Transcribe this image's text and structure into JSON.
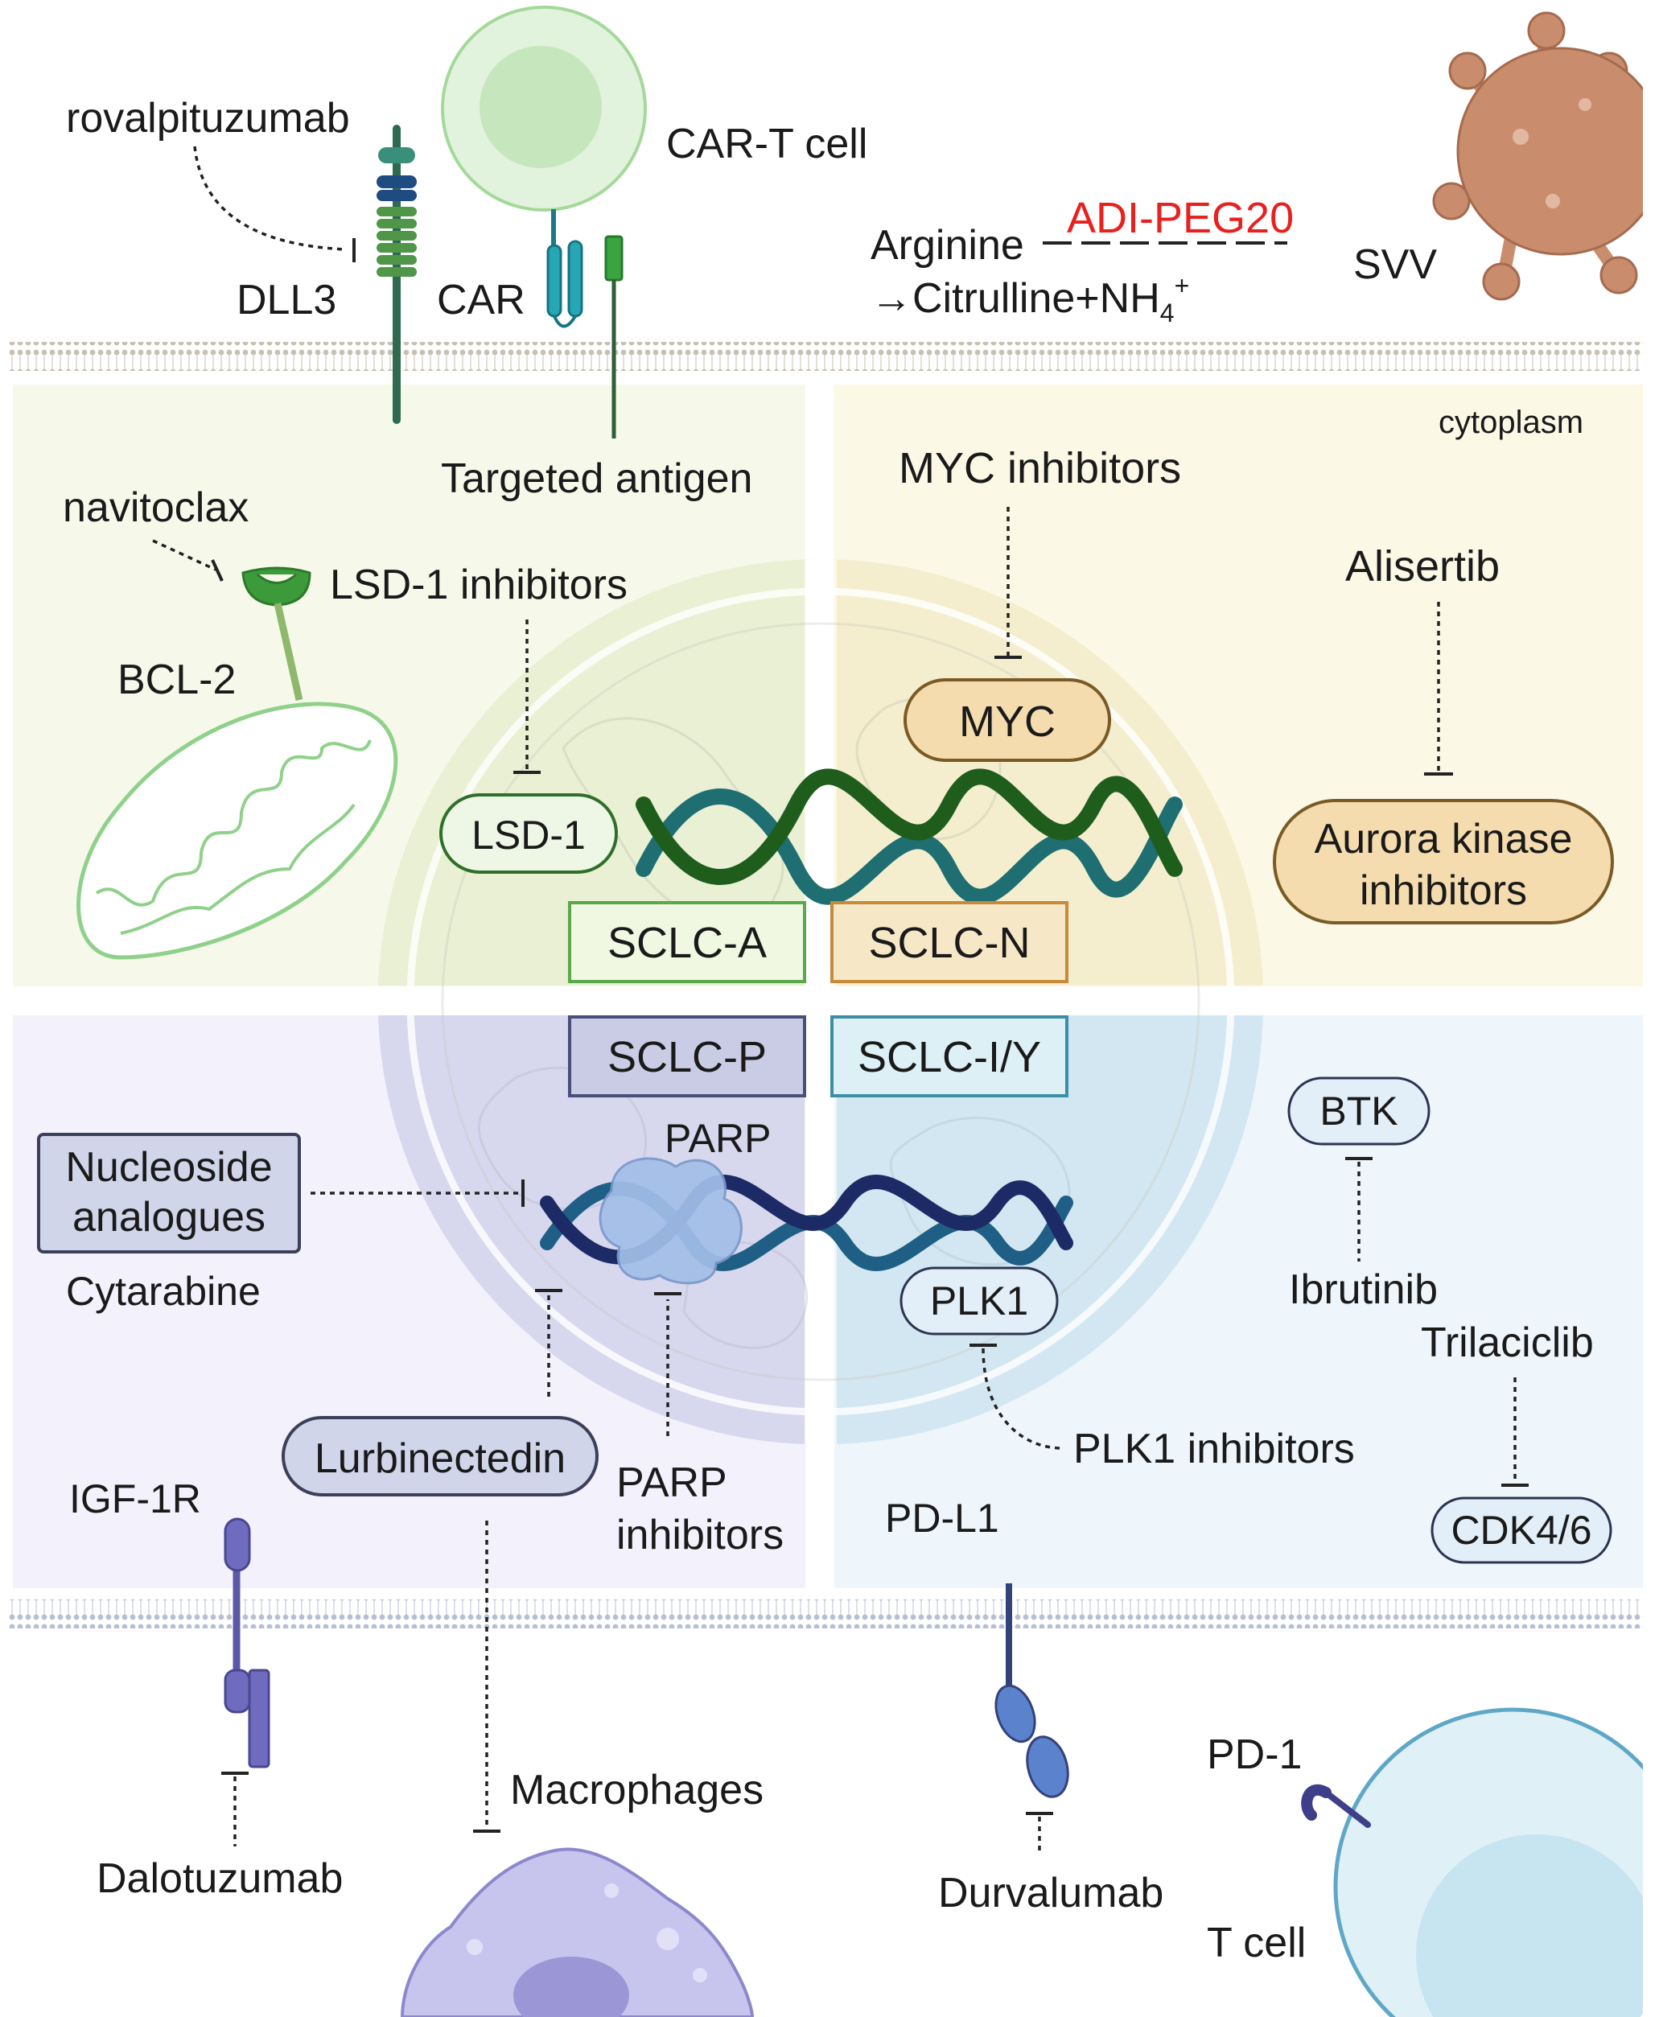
{
  "top": {
    "rovalpituzumab": "rovalpituzumab",
    "car_t_cell": "CAR-T cell",
    "dll3": "DLL3",
    "car": "CAR",
    "arginine": "Arginine",
    "adi_peg20": "ADI-PEG20",
    "citrulline": "→Citrulline+NH",
    "citrulline_sub": "4",
    "citrulline_sup": "+",
    "svv": "SVV",
    "targeted_antigen": "Targeted antigen"
  },
  "cytoplasm_label": "cytoplasm",
  "quad_a": {
    "navitoclax": "navitoclax",
    "lsd1_inhibitors": "LSD-1 inhibitors",
    "bcl2": "BCL-2",
    "lsd1": "LSD-1",
    "subtype": "SCLC-A"
  },
  "quad_n": {
    "myc_inhibitors": "MYC inhibitors",
    "alisertib": "Alisertib",
    "myc": "MYC",
    "aurora_line1": "Aurora kinase",
    "aurora_line2": "inhibitors",
    "subtype": "SCLC-N"
  },
  "quad_p": {
    "subtype": "SCLC-P",
    "parp": "PARP",
    "nucleoside_line1": "Nucleoside",
    "nucleoside_line2": "analogues",
    "cytarabine": "Cytarabine",
    "lurbinectedin": "Lurbinectedin",
    "parp_inhib_line1": "PARP",
    "parp_inhib_line2": "inhibitors",
    "igf1r": "IGF-1R"
  },
  "quad_i": {
    "subtype": "SCLC-I/Y",
    "btk": "BTK",
    "ibrutinib": "Ibrutinib",
    "trilaciclib": "Trilaciclib",
    "plk1": "PLK1",
    "plk1_inhibitors": "PLK1 inhibitors",
    "cdk46": "CDK4/6",
    "pdl1": "PD-L1"
  },
  "bottom": {
    "dalotuzumab": "Dalotuzumab",
    "macrophages": "Macrophages",
    "durvalumab": "Durvalumab",
    "pd1": "PD-1",
    "t_cell": "T cell"
  },
  "colors": {
    "quad_a_bg": "#f6f9ea",
    "quad_n_bg": "#fbf8e6",
    "quad_p_bg": "#f3f1fb",
    "quad_i_bg": "#eef5fb",
    "adi_red": "#e8201e",
    "dna_green": "#1f5d1d",
    "dna_teal": "#1e6e72",
    "dna_navy": "#1c2b66",
    "dna_blue": "#1f5f85"
  }
}
